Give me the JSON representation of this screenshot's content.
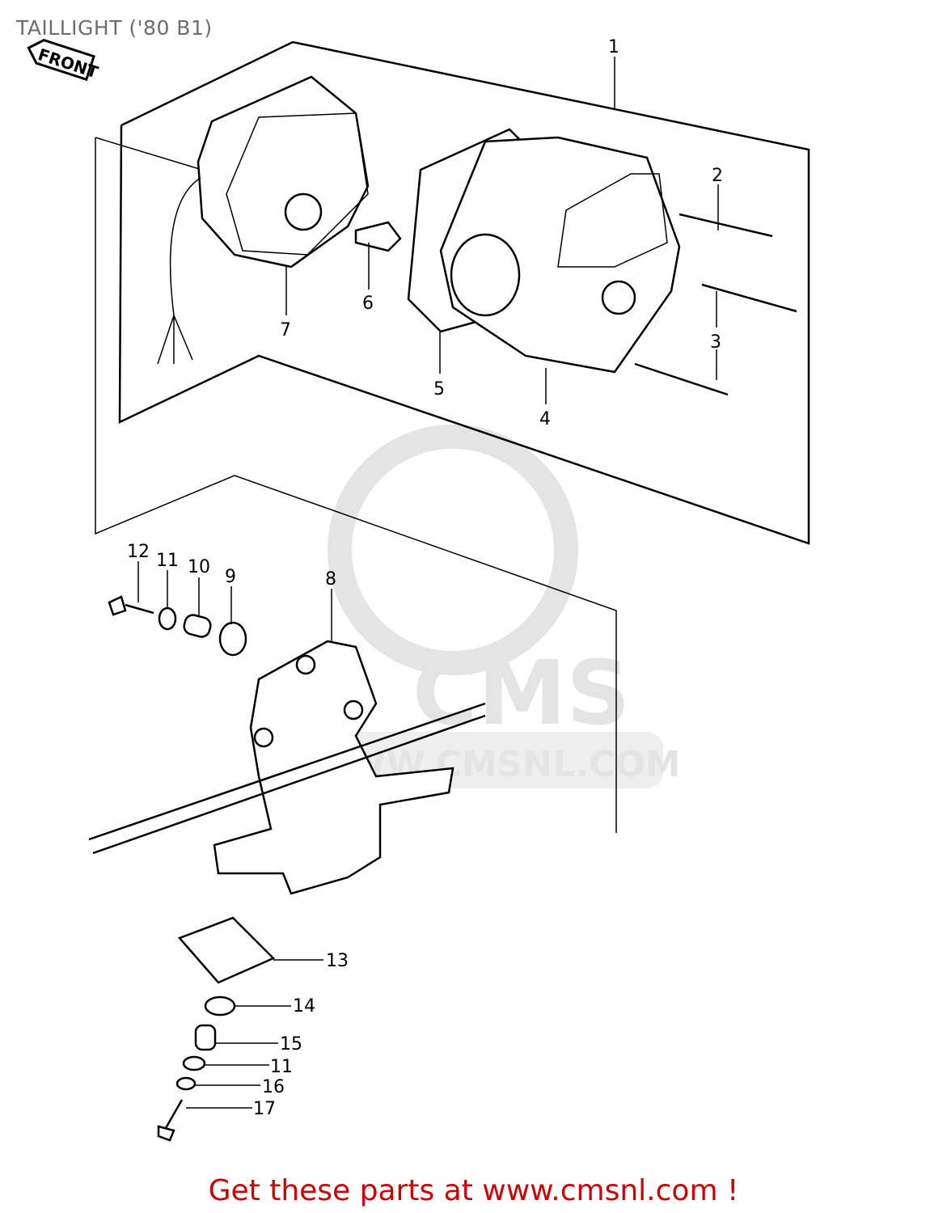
{
  "title": "TAILLIGHT ('80 B1)",
  "front_arrow_label": "FRONT",
  "watermark": {
    "logo_text": "CMS",
    "url_text": "WWW.CMSNL.COM"
  },
  "callouts": [
    "1",
    "2",
    "3",
    "4",
    "5",
    "6",
    "7",
    "8",
    "9",
    "10",
    "11",
    "12",
    "13",
    "14",
    "15",
    "11",
    "16",
    "17"
  ],
  "footer": "Get these parts at www.cmsnl.com !",
  "colors": {
    "footer": "#cc0000",
    "title": "#6e6e6e",
    "watermark": "#e4e4e4"
  }
}
